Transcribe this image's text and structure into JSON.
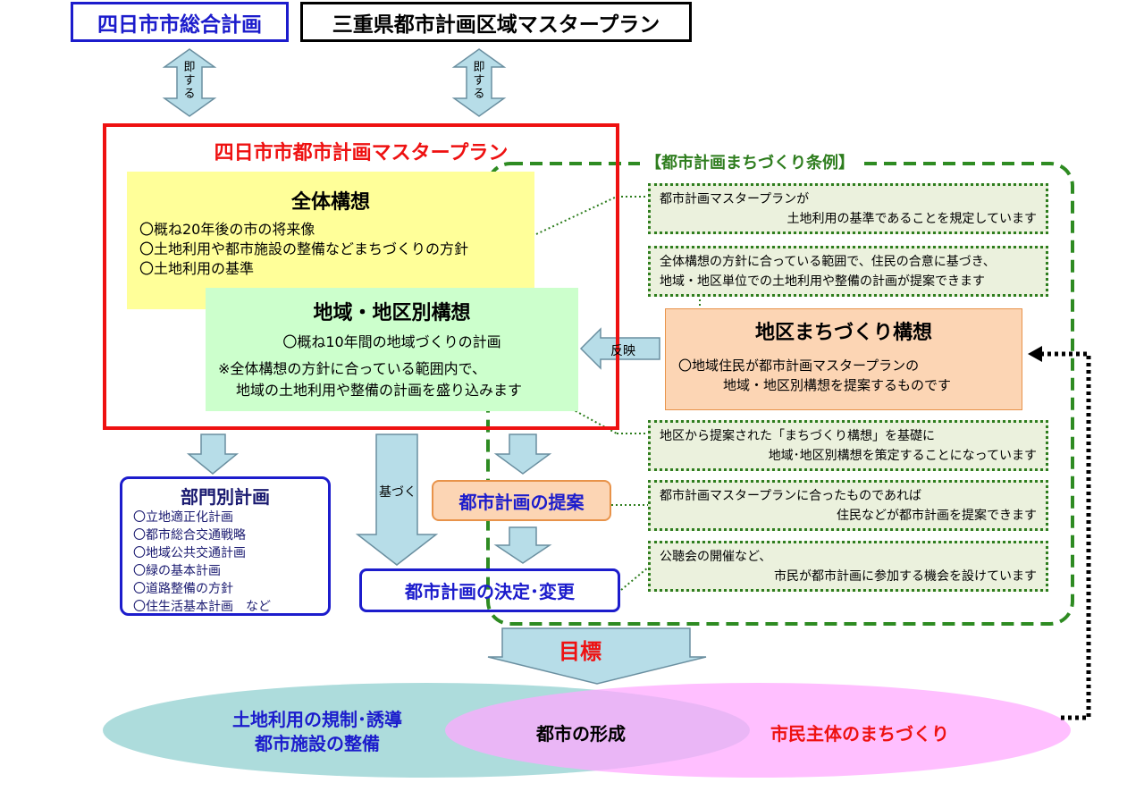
{
  "top_boxes": {
    "sogo": "四日市市総合計画",
    "mie": "三重県都市計画区域マスタープラン"
  },
  "sokusuru": [
    "即",
    "す",
    "る"
  ],
  "master_plan": {
    "title": "四日市市都市計画マスタープラン",
    "zentai": {
      "title": "全体構想",
      "items": [
        "〇概ね20年後の市の将来像",
        "〇土地利用や都市施設の整備などまちづくりの方針",
        "〇土地利用の基準"
      ]
    },
    "chiiki": {
      "title": "地域・地区別構想",
      "line1": "〇概ね10年間の地域づくりの計画",
      "line2": "※全体構想の方針に合っている範囲内で、",
      "line3": "地域の土地利用や整備の計画を盛り込みます"
    }
  },
  "jourei_label": "【都市計画まちづくり条例】",
  "info_boxes": [
    {
      "l1": "都市計画マスタープランが",
      "l2": "土地利用の基準であることを規定しています"
    },
    {
      "l1": "全体構想の方針に合っている範囲で、住民の合意に基づき、",
      "l2": "地域・地区単位での土地利用や整備の計画が提案できます"
    },
    {
      "l1": "地区から提案された「まちづくり構想」を基礎に",
      "l2": "地域･地区別構想を策定することになっています"
    },
    {
      "l1": "都市計画マスタープランに合ったものであれば",
      "l2": "住民などが都市計画を提案できます"
    },
    {
      "l1": "公聴会の開催など、",
      "l2": "市民が都市計画に参加する機会を設けています"
    }
  ],
  "chiku": {
    "title": "地区まちづくり構想",
    "l1": "〇地域住民が都市計画マスタープランの",
    "l2": "地域・地区別構想を提案するものです"
  },
  "hanei": "反映",
  "motozuku": "基づく",
  "teian": "都市計画の提案",
  "kettei": "都市計画の決定･変更",
  "bumon": {
    "title": "部門別計画",
    "items": [
      "〇立地適正化計画",
      "〇都市総合交通戦略",
      "〇地域公共交通計画",
      "〇緑の基本計画",
      "〇道路整備の方針",
      "〇住生活基本計画　など"
    ]
  },
  "mokuhyo": "目標",
  "goals": {
    "left1": "土地利用の規制･誘導",
    "left2": "都市施設の整備",
    "center": "都市の形成",
    "right": "市民主体のまちづくり"
  },
  "colors": {
    "blue": "#1c1ccc",
    "red": "#ee1111",
    "green": "#2e7d1e",
    "arrow": "#b7dde8",
    "yellow": "#ffff99",
    "lightgreen": "#ccffcc",
    "orange": "#fcd5b4"
  }
}
